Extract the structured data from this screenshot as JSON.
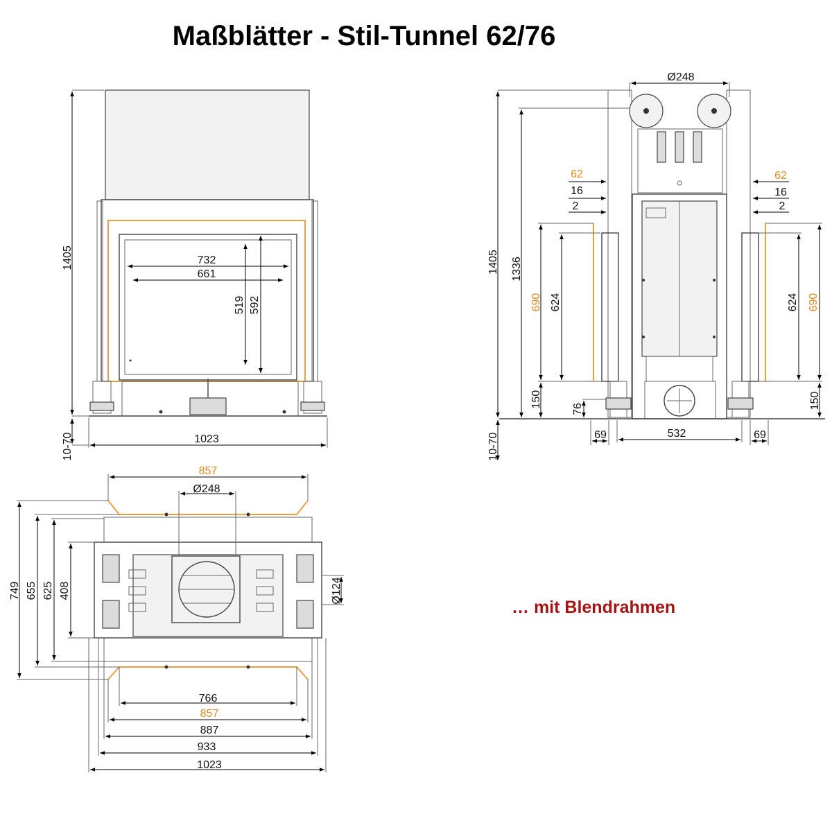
{
  "title": "Maßblätter - Stil-Tunnel 62/76",
  "note": "… mit Blendrahmen",
  "colors": {
    "text": "#000000",
    "orange": "#e08a1e",
    "note": "#a31515",
    "line": "#444444"
  },
  "front_view": {
    "height_total": "1405",
    "adjust": "10-70",
    "width": "1023",
    "glass_width_outer": "732",
    "glass_width_inner": "661",
    "glass_height_inner": "519",
    "glass_height_outer": "592"
  },
  "side_view": {
    "flue_diameter": "Ø248",
    "height_total": "1405",
    "height_flue": "1336",
    "adjust": "10-70",
    "frame_height": "690",
    "opening_height": "624",
    "base_height": "150",
    "foot_height": "76",
    "frame_depth": "62",
    "frame_offset": "16",
    "frame_gap": "2",
    "foot_left": "69",
    "foot_right": "69",
    "inner_width": "532"
  },
  "top_view": {
    "frame_width": "857",
    "flue_diameter": "Ø248",
    "air_diameter": "Ø124",
    "depth_total": "749",
    "depth_655": "655",
    "depth_625": "625",
    "depth_408": "408",
    "width_766": "766",
    "width_857": "857",
    "width_887": "887",
    "width_933": "933",
    "width_1023": "1023"
  }
}
